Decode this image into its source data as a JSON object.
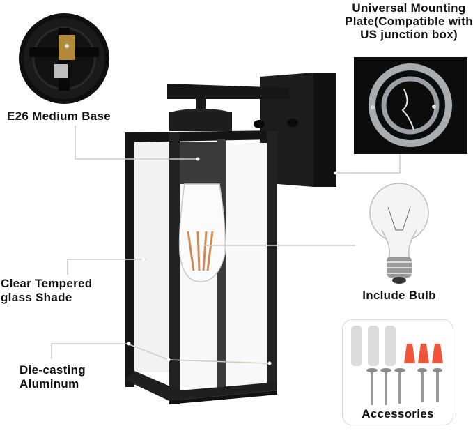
{
  "labels": {
    "socket": "E26 Medium Base",
    "mounting_plate_line1": "Universal Mounting",
    "mounting_plate_line2": "Plate(Compatible with",
    "mounting_plate_line3": "US junction box)",
    "glass_line1": "Clear Tempered",
    "glass_line2": "glass Shade",
    "frame_line1": "Die-casting",
    "frame_line2": "Aluminum",
    "bulb": "Include Bulb",
    "accessories": "Accessories"
  },
  "colors": {
    "lamp_black": "#1c1c1c",
    "leader_line": "#c9cfc1",
    "wire_nut_orange": "#f0543a",
    "anchor_gray": "#dcdcdc",
    "filament_amber": "#d08a55"
  }
}
